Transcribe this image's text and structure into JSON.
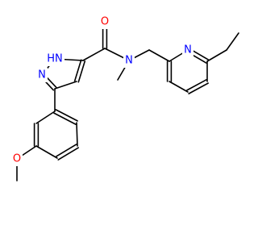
{
  "colors": {
    "background": "#ffffff",
    "bond": "#000000",
    "carbon": "#000000",
    "nitrogen": "#0000ff",
    "oxygen": "#ff0000"
  },
  "labels": {
    "amide_oxygen": "O",
    "amide_nitrogen": "N",
    "pyrazole_nh": "HN",
    "pyrazole_n": "N",
    "pyridine_n": "N",
    "ether_oxygen": "O"
  }
}
